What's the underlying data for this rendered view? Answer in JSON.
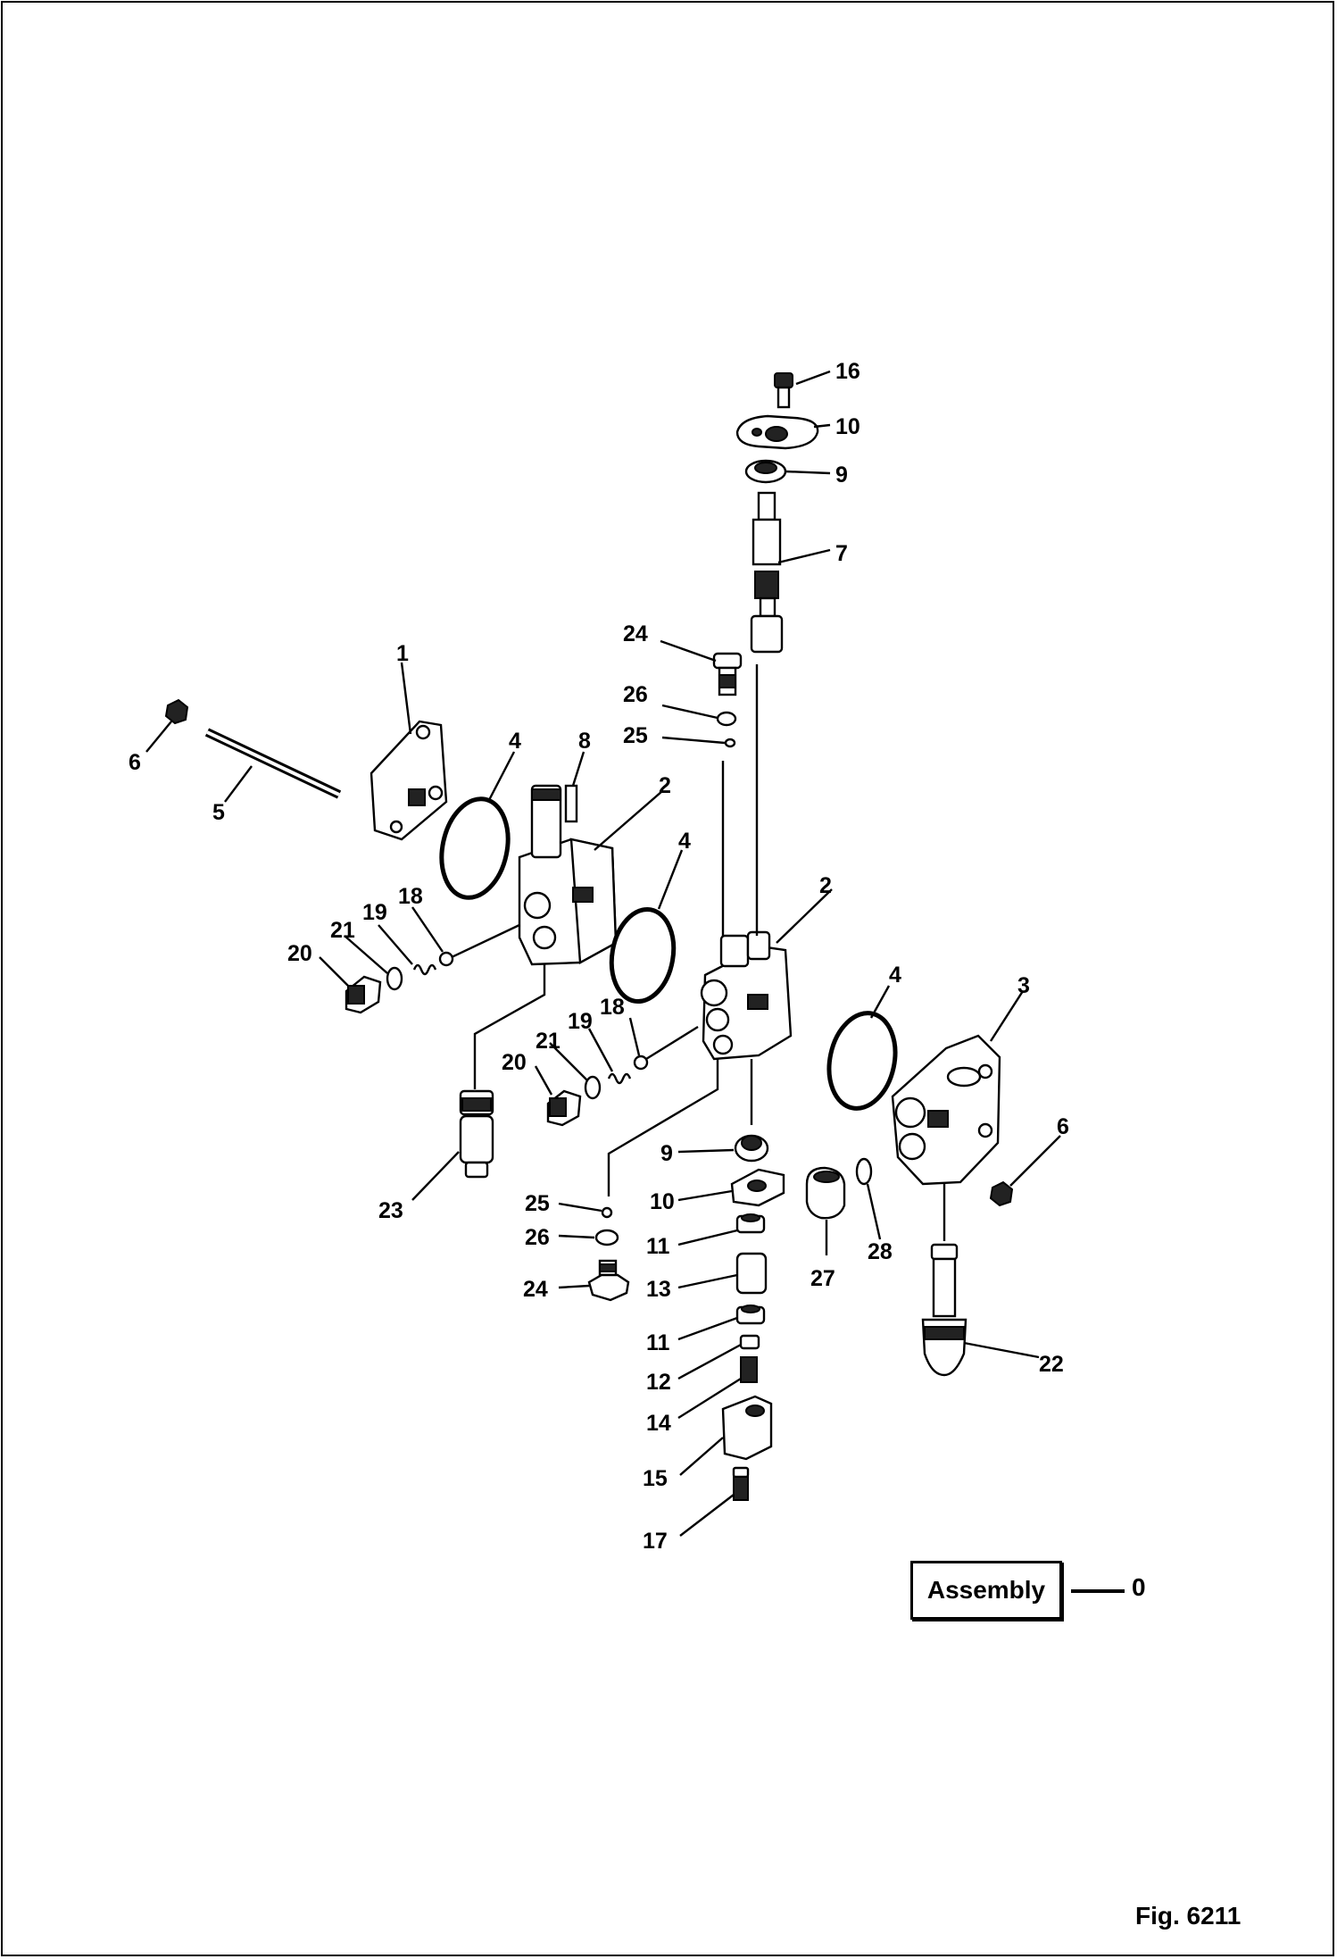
{
  "callouts": {
    "c16": "16",
    "c10a": "10",
    "c9a": "9",
    "c7": "7",
    "c24a": "24",
    "c26a": "26",
    "c25a": "25",
    "c1": "1",
    "c6a": "6",
    "c5": "5",
    "c4a": "4",
    "c8": "8",
    "c2a": "2",
    "c4b": "4",
    "c2b": "2",
    "c18a": "18",
    "c19a": "19",
    "c21a": "21",
    "c20a": "20",
    "c18b": "18",
    "c19b": "19",
    "c21b": "21",
    "c20b": "20",
    "c4c": "4",
    "c3": "3",
    "c6b": "6",
    "c23": "23",
    "c9b": "9",
    "c25b": "25",
    "c10b": "10",
    "c26b": "26",
    "c11a": "11",
    "c24b": "24",
    "c13": "13",
    "c11b": "11",
    "c12": "12",
    "c14": "14",
    "c15": "15",
    "c17": "17",
    "c27": "27",
    "c28": "28",
    "c22": "22"
  },
  "assembly": {
    "label": "Assembly",
    "value": "0"
  },
  "figure": {
    "label": "Fig. 6211"
  }
}
